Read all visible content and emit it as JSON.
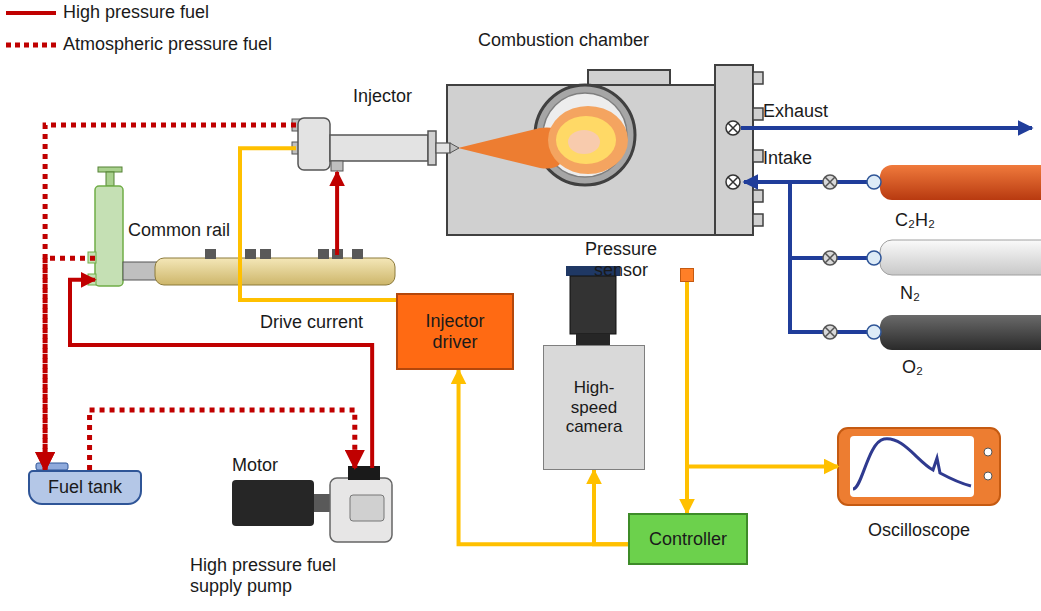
{
  "diagram": {
    "nodes": [
      {
        "text": [
          "Combustion chamber"
        ]
      },
      {
        "text": [
          "Injector"
        ]
      },
      {
        "text": [
          "Common rail"
        ]
      },
      {
        "text": [
          "Pressure sensor"
        ]
      },
      {
        "text": [
          "Injector driver"
        ]
      },
      {
        "text": [
          "High-speed camera"
        ]
      },
      {
        "text": [
          "Controller"
        ]
      },
      {
        "text": [
          "Oscilloscope"
        ]
      },
      {
        "text": [
          "Fuel tank"
        ]
      },
      {
        "text": [
          "High pressure fuel supply pump"
        ]
      }
    ],
    "edges": [
      {
        "from": 2,
        "to": 1,
        "arrow": "to"
      },
      {
        "from": 9,
        "to": 2,
        "arrow": "to"
      },
      {
        "from": 1,
        "to": 8,
        "arrow": "to"
      },
      {
        "from": 2,
        "to": 8,
        "arrow": "to"
      },
      {
        "from": 8,
        "to": 9,
        "arrow": "to"
      },
      {
        "from": 4,
        "to": 1,
        "label": "Drive current",
        "arrow": "none"
      },
      {
        "from": 6,
        "to": 4,
        "arrow": "to"
      },
      {
        "from": 6,
        "to": 5,
        "arrow": "to"
      },
      {
        "from": 3,
        "to": 6,
        "arrow": "to"
      },
      {
        "from": 3,
        "to": 7,
        "arrow": "to"
      }
    ],
    "labels": [
      "Motor",
      "Exhaust",
      "Intake",
      "C₂H₂",
      "N₂",
      "O₂"
    ],
    "legend": [
      {
        "text": "High pressure fuel"
      },
      {
        "text": "Atmospheric pressure fuel"
      }
    ]
  }
}
